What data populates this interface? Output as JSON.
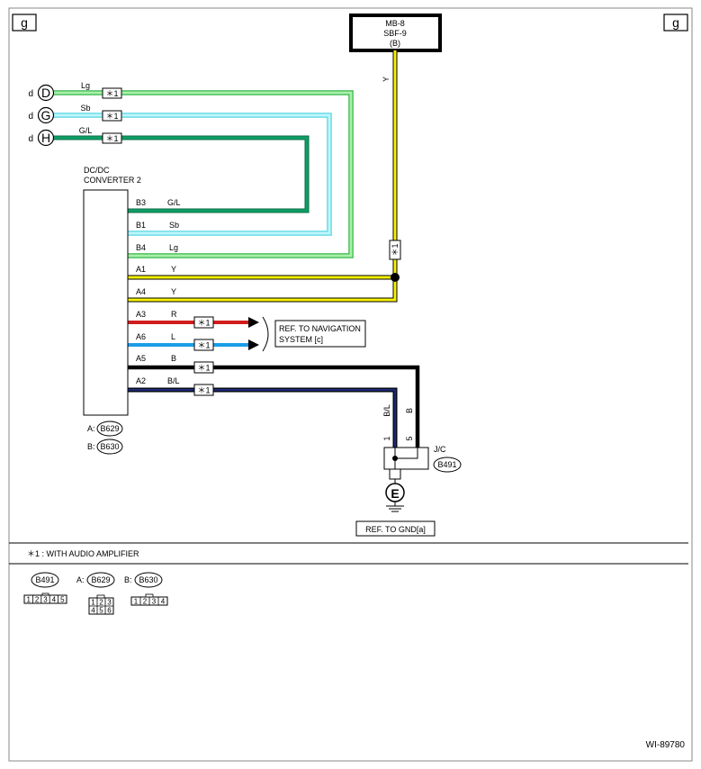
{
  "page_marker": "g",
  "fuse": {
    "line1": "MB-8",
    "line2": "SBF-9",
    "line3": "(B)"
  },
  "colors": {
    "lg_light": "#a8f0a8",
    "lg_dark": "#37b54a",
    "sb_light": "#bff6fa",
    "sb_dark": "#56d6e3",
    "gl_green": "#0f9e66",
    "yellow": "#f8f200",
    "red": "#d11c1c",
    "blue_l": "#1a9de8",
    "black": "#000000",
    "navy": "#1c2a78"
  },
  "left_connectors": [
    {
      "prefix": "d",
      "letter": "D",
      "wire_color": "Lg",
      "mark": "＊1"
    },
    {
      "prefix": "d",
      "letter": "G",
      "wire_color": "Sb",
      "mark": "＊1"
    },
    {
      "prefix": "d",
      "letter": "H",
      "wire_color": "G/L",
      "mark": "＊1"
    }
  ],
  "unit": {
    "name_line1": "DC/DC",
    "name_line2": "CONVERTER 2"
  },
  "pins": [
    {
      "pin": "B3",
      "color": "G/L"
    },
    {
      "pin": "B1",
      "color": "Sb"
    },
    {
      "pin": "B4",
      "color": "Lg"
    },
    {
      "pin": "A1",
      "color": "Y"
    },
    {
      "pin": "A4",
      "color": "Y"
    },
    {
      "pin": "A3",
      "color": "R"
    },
    {
      "pin": "A6",
      "color": "L"
    },
    {
      "pin": "A5",
      "color": "B"
    },
    {
      "pin": "A2",
      "color": "B/L"
    }
  ],
  "star_mark": "＊1",
  "fuse_wire_color": "Y",
  "ref_navigation": {
    "line1": "REF. TO NAVIGATION",
    "line2": "SYSTEM [c]"
  },
  "connector_labels": [
    {
      "prefix": "A:",
      "code": "B629"
    },
    {
      "prefix": "B:",
      "code": "B630"
    }
  ],
  "vertical_labels": {
    "bl_wire": "B/L",
    "b_wire": "B",
    "pin1": "1",
    "pin5": "5"
  },
  "jc": {
    "label": "J/C",
    "code": "B491"
  },
  "ground": {
    "letter": "E",
    "ref": "REF. TO GND[a]"
  },
  "note": "＊1 : WITH AUDIO AMPLIFIER",
  "connector_faces": [
    {
      "prefix": "",
      "code": "B491",
      "pins": [
        "1",
        "2",
        "3",
        "4",
        "5"
      ]
    },
    {
      "prefix": "A:",
      "code": "B629",
      "pins": [
        "1",
        "2",
        "3",
        "4",
        "5",
        "6"
      ]
    },
    {
      "prefix": "B:",
      "code": "B630",
      "pins": [
        "1",
        "2",
        "3",
        "4"
      ]
    }
  ],
  "figure_id": "WI-89780"
}
